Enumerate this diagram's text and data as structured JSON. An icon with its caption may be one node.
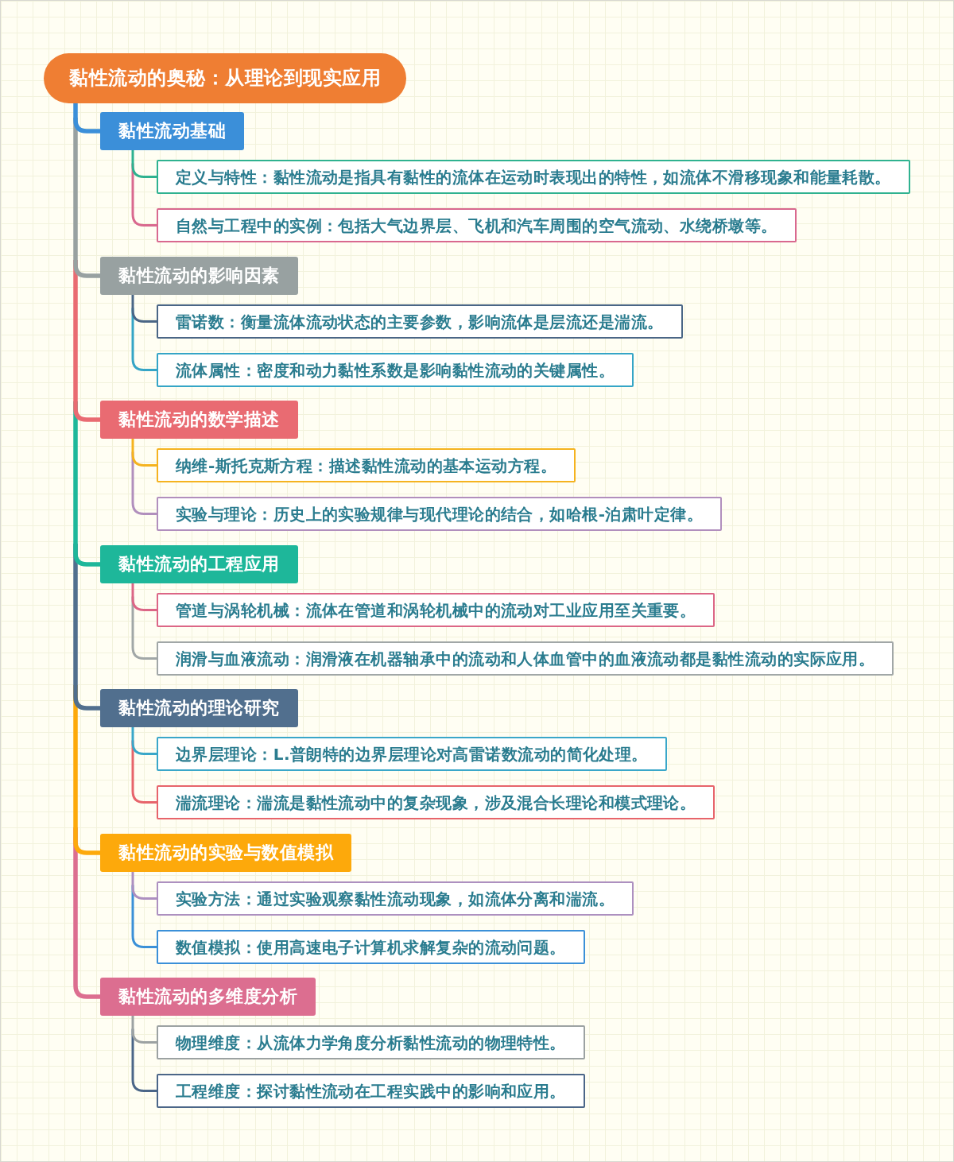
{
  "diagram": {
    "nodes": [
      {
        "text": [
          "黏性流动的奥秘：从理论到现实应用"
        ]
      },
      {
        "text": [
          "黏性流动基础"
        ]
      },
      {
        "text": [
          "定义与特性：黏性流动是指具有黏性的流体在运动时表现出的特性，如流体不滑移现象和能量耗散。"
        ]
      },
      {
        "text": [
          "自然与工程中的实例：包括大气边界层、飞机和汽车周围的空气流动、水绕桥墩等。"
        ]
      },
      {
        "text": [
          "黏性流动的影响因素"
        ]
      },
      {
        "text": [
          "雷诺数：衡量流体流动状态的主要参数，影响流体是层流还是湍流。"
        ]
      },
      {
        "text": [
          "流体属性：密度和动力黏性系数是影响黏性流动的关键属性。"
        ]
      },
      {
        "text": [
          "黏性流动的数学描述"
        ]
      },
      {
        "text": [
          "纳维-斯托克斯方程：描述黏性流动的基本运动方程。"
        ]
      },
      {
        "text": [
          "实验与理论：历史上的实验规律与现代理论的结合，如哈根-泊肃叶定律。"
        ]
      },
      {
        "text": [
          "黏性流动的工程应用"
        ]
      },
      {
        "text": [
          "管道与涡轮机械：流体在管道和涡轮机械中的流动对工业应用至关重要。"
        ]
      },
      {
        "text": [
          "润滑与血液流动：润滑液在机器轴承中的流动和人体血管中的血液流动都是黏性流动的实际应用。"
        ]
      },
      {
        "text": [
          "黏性流动的理论研究"
        ]
      },
      {
        "text": [
          "边界层理论：L.普朗特的边界层理论对高雷诺数流动的简化处理。"
        ]
      },
      {
        "text": [
          "湍流理论：湍流是黏性流动中的复杂现象，涉及混合长理论和模式理论。"
        ]
      },
      {
        "text": [
          "黏性流动的实验与数值模拟"
        ]
      },
      {
        "text": [
          "实验方法：通过实验观察黏性流动现象，如流体分离和湍流。"
        ]
      },
      {
        "text": [
          "数值模拟：使用高速电子计算机求解复杂的流动问题。"
        ]
      },
      {
        "text": [
          "黏性流动的多维度分析"
        ]
      },
      {
        "text": [
          "物理维度：从流体力学角度分析黏性流动的物理特性。"
        ]
      },
      {
        "text": [
          "工程维度：探讨黏性流动在工程实践中的影响和应用。"
        ]
      }
    ],
    "edges": [
      {
        "from": 0,
        "to": 1,
        "arrow": "none",
        "style": "thick",
        "color": "#3b8fd9"
      },
      {
        "from": 1,
        "to": 2,
        "arrow": "none",
        "color": "#2fb290"
      },
      {
        "from": 1,
        "to": 3,
        "arrow": "none",
        "color": "#d9698f"
      },
      {
        "from": 0,
        "to": 4,
        "arrow": "none",
        "style": "thick",
        "color": "#98a1a1"
      },
      {
        "from": 4,
        "to": 5,
        "arrow": "none",
        "color": "#4a6686"
      },
      {
        "from": 4,
        "to": 6,
        "arrow": "none",
        "color": "#35a5c6"
      },
      {
        "from": 0,
        "to": 7,
        "arrow": "none",
        "style": "thick",
        "color": "#e96b72"
      },
      {
        "from": 7,
        "to": 8,
        "arrow": "none",
        "color": "#f5b31f"
      },
      {
        "from": 7,
        "to": 9,
        "arrow": "none",
        "color": "#b18fbd"
      },
      {
        "from": 0,
        "to": 10,
        "arrow": "none",
        "style": "thick",
        "color": "#1eb79a"
      },
      {
        "from": 10,
        "to": 11,
        "arrow": "none",
        "color": "#dc6686"
      },
      {
        "from": 10,
        "to": 12,
        "arrow": "none",
        "color": "#a1a7a7"
      },
      {
        "from": 0,
        "to": 13,
        "arrow": "none",
        "style": "thick",
        "color": "#516f8e"
      },
      {
        "from": 13,
        "to": 14,
        "arrow": "none",
        "color": "#3aa7c9"
      },
      {
        "from": 13,
        "to": 15,
        "arrow": "none",
        "color": "#e7646b"
      },
      {
        "from": 0,
        "to": 16,
        "arrow": "none",
        "style": "thick",
        "color": "#fda90b"
      },
      {
        "from": 16,
        "to": 17,
        "arrow": "none",
        "color": "#ad90c0"
      },
      {
        "from": 16,
        "to": 18,
        "arrow": "none",
        "color": "#3b90d8"
      },
      {
        "from": 0,
        "to": 19,
        "arrow": "none",
        "style": "thick",
        "color": "#dc6e90"
      },
      {
        "from": 19,
        "to": 20,
        "arrow": "none",
        "color": "#9ca2a2"
      },
      {
        "from": 19,
        "to": 21,
        "arrow": "none",
        "color": "#4b6688"
      }
    ]
  }
}
